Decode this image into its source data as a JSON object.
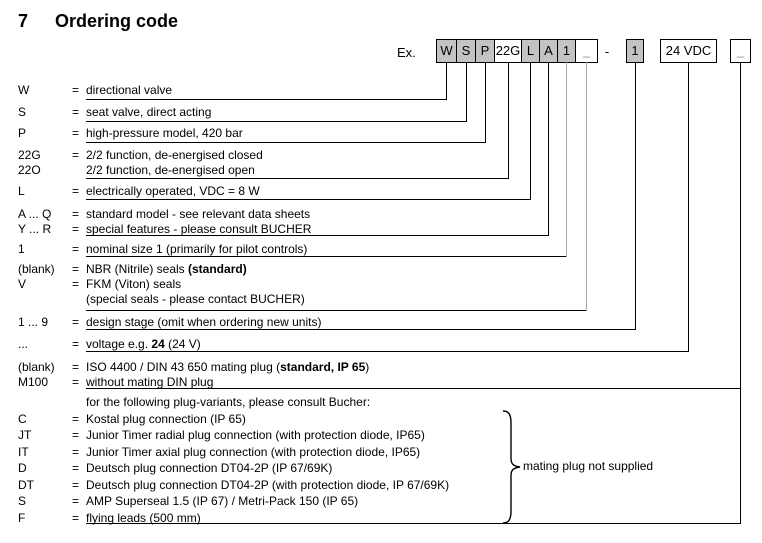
{
  "title": {
    "number": "7",
    "text": "Ordering code"
  },
  "example": {
    "label": "Ex.",
    "separator": "-"
  },
  "boxes": [
    {
      "id": "W",
      "text": "W"
    },
    {
      "id": "S",
      "text": "S"
    },
    {
      "id": "P",
      "text": "P"
    },
    {
      "id": "22G",
      "text": "22G"
    },
    {
      "id": "L",
      "text": "L"
    },
    {
      "id": "A",
      "text": "A"
    },
    {
      "id": "1",
      "text": "1"
    },
    {
      "id": "blank-seals",
      "text": "_"
    },
    {
      "id": "1-design",
      "text": "1"
    },
    {
      "id": "voltage",
      "text": "24 VDC"
    },
    {
      "id": "blank-plug",
      "text": "_"
    }
  ],
  "rows": [
    {
      "label": "W",
      "eq": "=",
      "desc": "directional valve"
    },
    {
      "label": "S",
      "eq": "=",
      "desc": "seat valve, direct acting"
    },
    {
      "label": "P",
      "eq": "=",
      "desc": "high-pressure model, 420 bar"
    },
    {
      "label": "22G",
      "eq": "=",
      "desc": "2/2 function, de-energised closed"
    },
    {
      "label": "22O",
      "eq": "",
      "desc": "2/2 function, de-energised open"
    },
    {
      "label": "L",
      "eq": "=",
      "desc": "electrically operated, VDC = 8 W"
    },
    {
      "label": "A ... Q",
      "eq": "=",
      "desc": "standard model - see relevant data sheets"
    },
    {
      "label": "Y ... R",
      "eq": "=",
      "desc": "special features - please consult BUCHER"
    },
    {
      "label": "1",
      "eq": "=",
      "desc": "nominal size 1 (primarily for pilot controls)"
    },
    {
      "label": "(blank)",
      "eq": "=",
      "desc_pre": "NBR (Nitrile) seals  ",
      "desc_bold": "(standard)",
      "desc_post": ""
    },
    {
      "label": "V",
      "eq": "=",
      "desc": "FKM (Viton) seals"
    },
    {
      "label": "",
      "eq": "",
      "desc": "(special seals - please contact BUCHER)"
    },
    {
      "label": "1 ... 9",
      "eq": "=",
      "desc": "design stage (omit when ordering new units)"
    },
    {
      "label": "...",
      "eq": "=",
      "desc_pre": "voltage e.g. ",
      "desc_bold": "24",
      "desc_post": " (24 V)"
    },
    {
      "label": "(blank)",
      "eq": "=",
      "desc_pre": "ISO 4400 / DIN 43 650 mating plug (",
      "desc_bold": "standard, IP 65",
      "desc_post": ")"
    },
    {
      "label": "M100",
      "eq": "=",
      "desc": "without mating DIN plug"
    },
    {
      "label": "",
      "eq": "",
      "desc": "for the following plug-variants, please consult Bucher:"
    },
    {
      "label": "C",
      "eq": "=",
      "desc": "Kostal plug connection (IP 65)"
    },
    {
      "label": "JT",
      "eq": "=",
      "desc": "Junior Timer radial plug connection (with protection diode, IP65)"
    },
    {
      "label": "IT",
      "eq": "=",
      "desc": "Junior Timer axial plug connection (with protection diode, IP65)"
    },
    {
      "label": "D",
      "eq": "=",
      "desc": "Deutsch plug connection DT04-2P (IP 67/69K)"
    },
    {
      "label": "DT",
      "eq": "=",
      "desc": "Deutsch plug connection DT04-2P (with protection diode, IP 67/69K)"
    },
    {
      "label": "S",
      "eq": "=",
      "desc": "AMP Superseal 1.5 (IP 67) / Metri-Pack 150 (IP 65)"
    },
    {
      "label": "F",
      "eq": "=",
      "desc": "flying leads (500 mm)"
    }
  ],
  "brace_note": "mating plug not supplied",
  "colors": {
    "box_fill_gray": "#c3c3c3",
    "line_black": "#000000",
    "line_gray": "#a6a6a6",
    "muted_text": "#8f8f8f"
  }
}
